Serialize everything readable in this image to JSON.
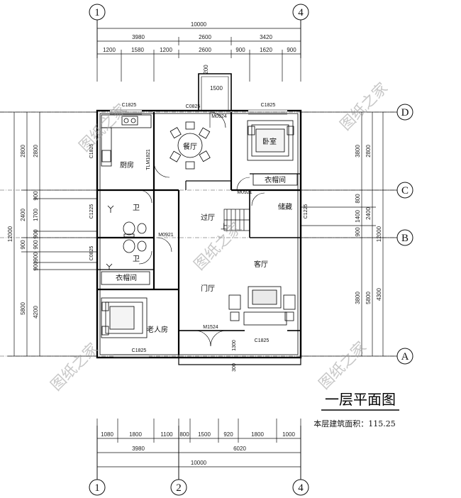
{
  "title": "一层平面图",
  "area_label": "本层建筑面积：115.25",
  "axes": {
    "a1": "1",
    "a2": "2",
    "a4": "4",
    "aA": "A",
    "aB": "B",
    "aC": "C",
    "aD": "D"
  },
  "top_dims": {
    "total": "10000",
    "mid": [
      "3980",
      "2600",
      "3420"
    ],
    "detail": [
      "1200",
      "1580",
      "1200",
      "2600",
      "900",
      "1620",
      "900"
    ],
    "porch": [
      "200",
      "1500"
    ]
  },
  "bottom_dims": {
    "detail": [
      "1080",
      "1800",
      "1100",
      "800",
      "1500",
      "920",
      "1800",
      "1000"
    ],
    "mid": [
      "3980",
      "6020"
    ],
    "total": "10000"
  },
  "left_dims": [
    "2800",
    "2800",
    "1700",
    "2400",
    "12000",
    "900",
    "900",
    "5800",
    "4200",
    "900",
    "900",
    "900",
    "900"
  ],
  "right_dims": [
    "3800",
    "2800",
    "800",
    "1400",
    "2400",
    "12000",
    "900",
    "3800",
    "5800",
    "4300"
  ],
  "rooms": {
    "kitchen": "厨房",
    "dining": "餐厅",
    "bedroom": "卧室",
    "wardrobe1": "衣帽间",
    "bath1": "卫",
    "bath2": "卫",
    "hall": "过厅",
    "storage": "储藏",
    "living": "客厅",
    "foyer": "门厅",
    "wardrobe2": "衣帽间",
    "elder": "老人房",
    "stair_up": "上"
  },
  "codes": {
    "c1825a": "C1825",
    "c1825b": "C1825",
    "c0825": "C0825",
    "m0924": "M0924",
    "c1825v": "C1825",
    "tlm": "TLM1821",
    "m0921a": "M0921",
    "c1225a": "C1225",
    "c1225b": "C1225",
    "m0921b": "M0921",
    "c0825v": "C0825",
    "m1524": "M1524",
    "c1825c": "C1825",
    "c1825d": "C1825",
    "porch1": "1300",
    "porch2": "300"
  },
  "watermark": "图纸之家"
}
